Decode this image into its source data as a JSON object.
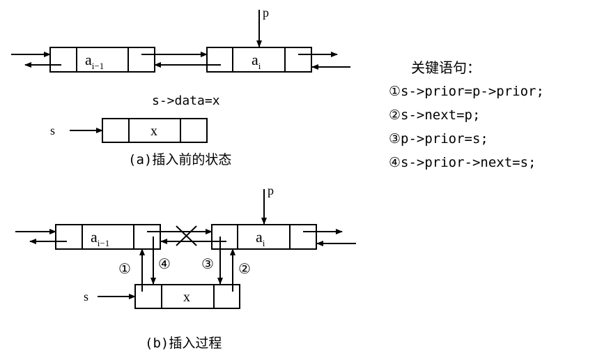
{
  "diagram_a": {
    "pointer_p": "p",
    "node_left_label": "a",
    "node_left_subscript": "i−1",
    "node_right_label": "a",
    "node_right_subscript": "i",
    "statement": "s->data=x",
    "pointer_s": "s",
    "new_node_label": "x",
    "caption": "(a)插入前的状态"
  },
  "diagram_b": {
    "pointer_p": "p",
    "node_left_label": "a",
    "node_left_subscript": "i−1",
    "node_right_label": "a",
    "node_right_subscript": "i",
    "pointer_s": "s",
    "new_node_label": "x",
    "step_1": "①",
    "step_2": "②",
    "step_3": "③",
    "step_4": "④",
    "caption": "(b)插入过程"
  },
  "key_statements": {
    "title": "关键语句：",
    "lines": [
      "①s->prior=p->prior;",
      "②s->next=p;",
      "③p->prior=s;",
      "④s->prior->next=s;"
    ]
  }
}
